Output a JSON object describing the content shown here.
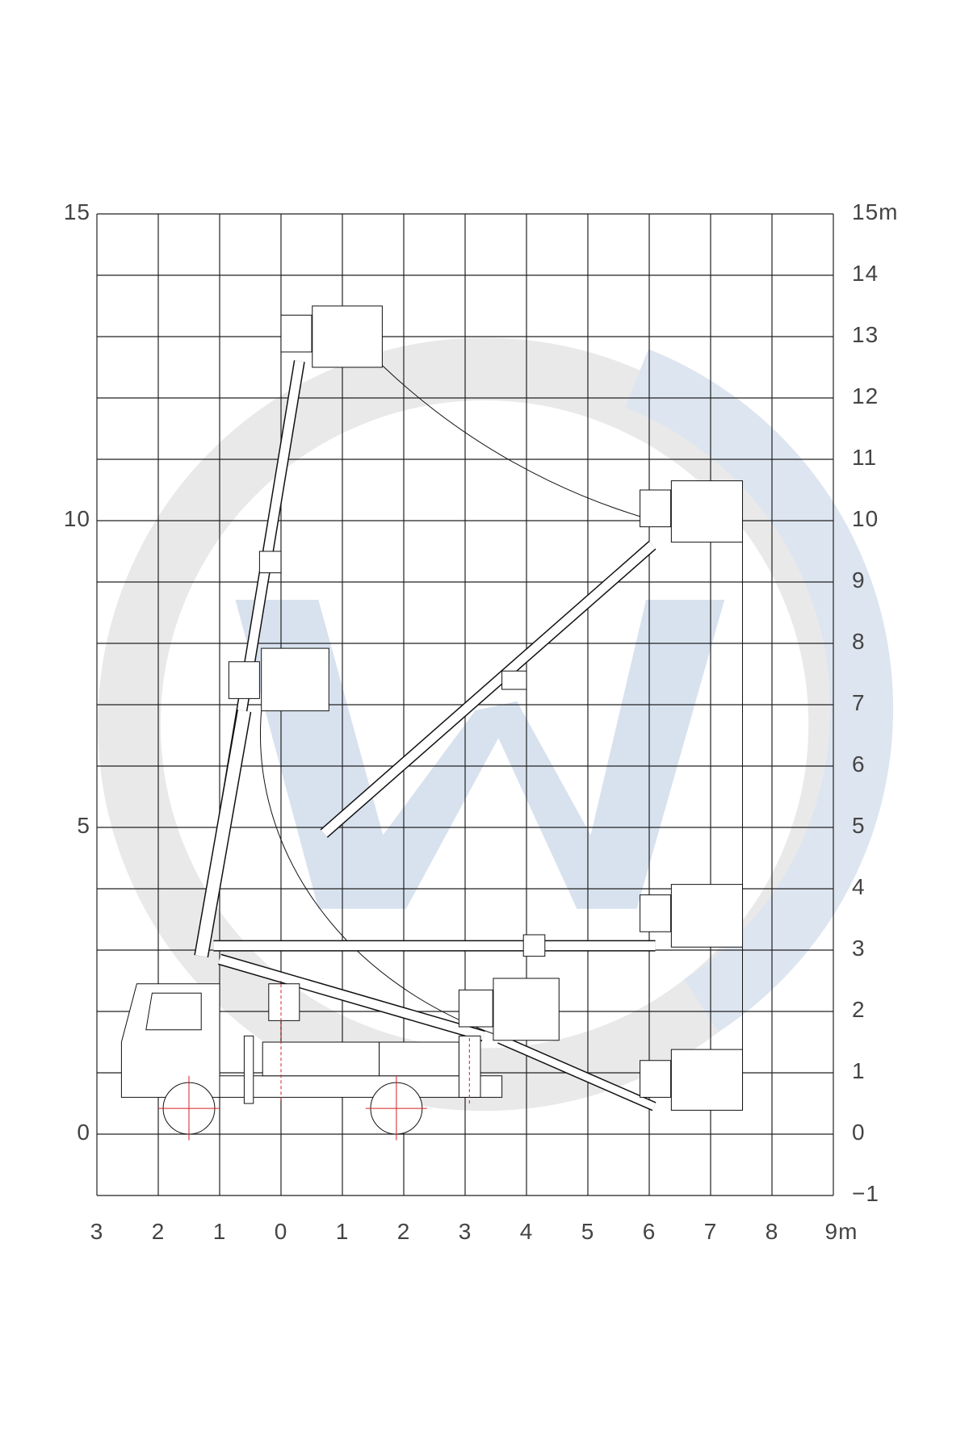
{
  "diagram": {
    "title": "Working range diagram",
    "left_axis_labels": [
      "15",
      "10",
      "5",
      "0"
    ],
    "left_axis_values": [
      15,
      10,
      5,
      0
    ],
    "right_axis_labels": [
      "15m",
      "14",
      "13",
      "12",
      "11",
      "10",
      "9",
      "8",
      "7",
      "6",
      "5",
      "4",
      "3",
      "2",
      "1",
      "0",
      "−1"
    ],
    "right_axis_values": [
      15,
      14,
      13,
      12,
      11,
      10,
      9,
      8,
      7,
      6,
      5,
      4,
      3,
      2,
      1,
      0,
      -1
    ],
    "bottom_axis_labels": [
      "3",
      "2",
      "1",
      "0",
      "1",
      "2",
      "3",
      "4",
      "5",
      "6",
      "7",
      "8",
      "9m"
    ],
    "bottom_axis_values": [
      -3,
      -2,
      -1,
      0,
      1,
      2,
      3,
      4,
      5,
      6,
      7,
      8,
      9
    ],
    "x_range_m": [
      -3,
      9
    ],
    "y_range_m": [
      -1,
      15
    ],
    "colors": {
      "grid": "#222222",
      "watermark_gray": "#e9e9e9",
      "watermark_blue": "#d8e2ef",
      "axle_marks": "#d42020"
    }
  }
}
